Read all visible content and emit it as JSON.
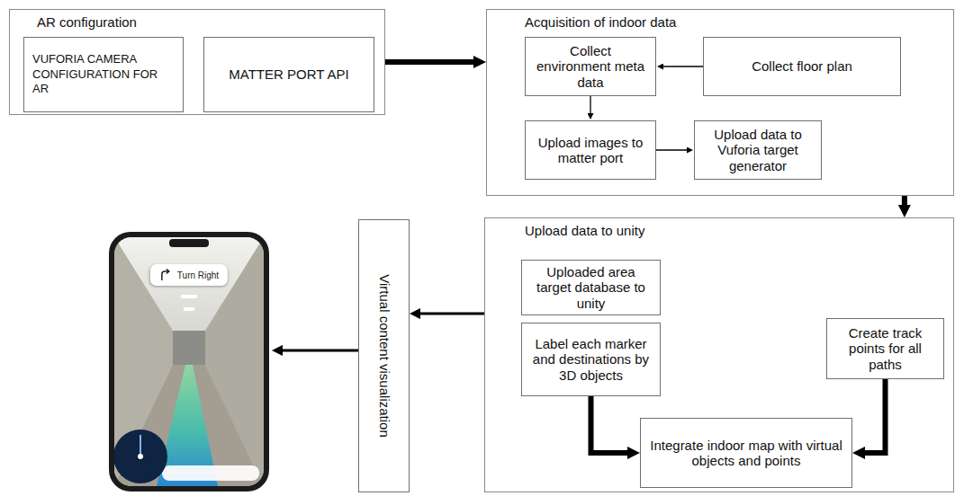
{
  "diagram": {
    "nodes": [
      {
        "text": [
          "AR configuration"
        ]
      },
      {
        "text": [
          "VUFORIA CAMERA CONFIGURATION FOR AR"
        ],
        "in": 0
      },
      {
        "text": [
          "MATTER PORT API"
        ],
        "in": 0
      },
      {
        "text": [
          "Acquisition of indoor data"
        ]
      },
      {
        "text": [
          "Collect environment meta data"
        ],
        "in": 3
      },
      {
        "text": [
          "Collect floor plan"
        ],
        "in": 3
      },
      {
        "text": [
          "Upload images to matter port"
        ],
        "in": 3
      },
      {
        "text": [
          "Upload data to Vuforia target generator"
        ],
        "in": 3
      },
      {
        "text": [
          "Upload data to unity"
        ]
      },
      {
        "text": [
          "Uploaded area target database to unity"
        ],
        "in": 8
      },
      {
        "text": [
          "Label each marker and destinations by 3D objects"
        ],
        "in": 8
      },
      {
        "text": [
          "Create track points for all paths"
        ],
        "in": 8
      },
      {
        "text": [
          "Integrate indoor map with virtual objects and points"
        ],
        "in": 8
      },
      {
        "text": [
          "Virtual content visualization"
        ]
      },
      {
        "text": [
          "Turn Right"
        ]
      }
    ],
    "edges": [
      {
        "from": 0,
        "to": 3,
        "arrow": "to"
      },
      {
        "from": 5,
        "to": 4,
        "arrow": "to"
      },
      {
        "from": 4,
        "to": 6,
        "arrow": "to"
      },
      {
        "from": 6,
        "to": 7,
        "arrow": "to"
      },
      {
        "from": 3,
        "to": 8,
        "arrow": "to"
      },
      {
        "from": 10,
        "to": 12,
        "arrow": "to"
      },
      {
        "from": 11,
        "to": 12,
        "arrow": "to"
      },
      {
        "from": 8,
        "to": 13,
        "arrow": "to"
      },
      {
        "from": 13,
        "to": 14,
        "arrow": "to"
      }
    ]
  }
}
